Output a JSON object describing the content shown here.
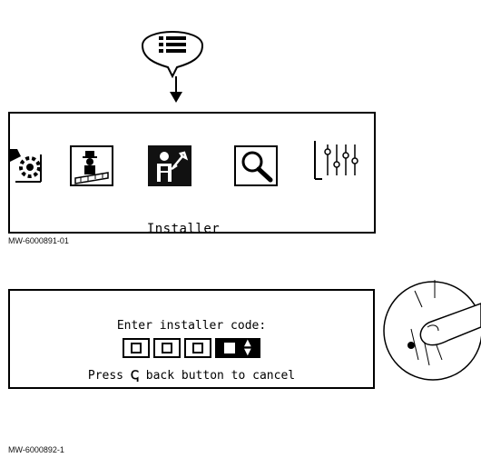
{
  "menu_key": {
    "icon": "menu-list-icon"
  },
  "screen1": {
    "tiles": [
      {
        "icon": "settings-gear-icon"
      },
      {
        "icon": "chimney-sweep-icon"
      },
      {
        "icon": "installer-icon",
        "selected": true
      },
      {
        "icon": "search-magnifier-icon"
      },
      {
        "icon": "sliders-icon"
      }
    ],
    "selected_label": "Installer"
  },
  "caption1": "MW-6000891-01",
  "screen2": {
    "prompt": "Enter installer code:",
    "code_digits": 4,
    "active_digit": 4,
    "cancel_before": "Press ",
    "back_symbol": "ↅ",
    "cancel_after": " back button to cancel"
  },
  "caption2": "MW-6000892-1",
  "colors": {
    "ink": "#000000",
    "background": "#ffffff"
  }
}
